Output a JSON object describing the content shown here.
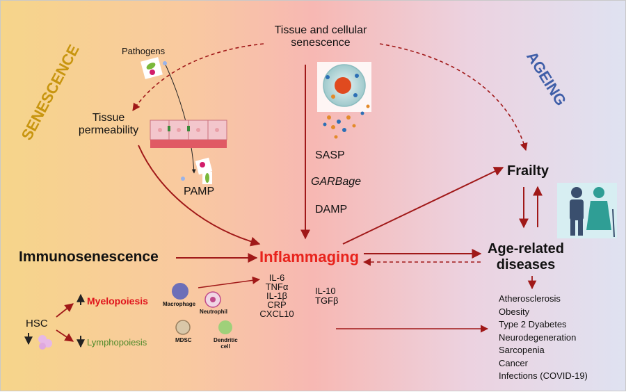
{
  "labels": {
    "senescence_side": "SENESCENCE",
    "ageing_side": "AGEING",
    "tissue_senescence_l1": "Tissue and cellular",
    "tissue_senescence_l2": "senescence",
    "pathogens": "Pathogens",
    "tissue_perm_l1": "Tissue",
    "tissue_perm_l2": "permeability",
    "pamp": "PAMP",
    "sasp": "SASP",
    "garbage": "GARBage",
    "damp": "DAMP",
    "frailty": "Frailty",
    "immunosenescence": "Immunosenescence",
    "inflammaging": "Inflammaging",
    "age_related_l1": "Age-related",
    "age_related_l2": "diseases",
    "hsc": "HSC",
    "myelopoiesis": "Myelopoiesis",
    "lymphopoiesis": "Lymphopoiesis",
    "macrophage": "Macrophage",
    "neutrophil": "Neutrophil",
    "mdsc": "MDSC",
    "dendritic_l1": "Dendritic",
    "dendritic_l2": "cell"
  },
  "pro_cytokines": [
    "IL-6",
    "TNFα",
    "IL-1β",
    "CRP",
    "CXCL10"
  ],
  "anti_cytokines": [
    "IL-10",
    "TGFβ"
  ],
  "diseases": [
    "Atherosclerosis",
    "Obesity",
    "Type 2 Dyabetes",
    "Neurodegeneration",
    "Sarcopenia",
    "Cancer",
    "Infections (COVID-19)"
  ],
  "colors": {
    "arrow": "#a01818",
    "inflammaging": "#e8231c",
    "senescence_side": "#c8950f",
    "ageing_side": "#3f5ea8",
    "myelopoiesis": "#e0141c",
    "lymphopoiesis": "#4f8a2b"
  }
}
